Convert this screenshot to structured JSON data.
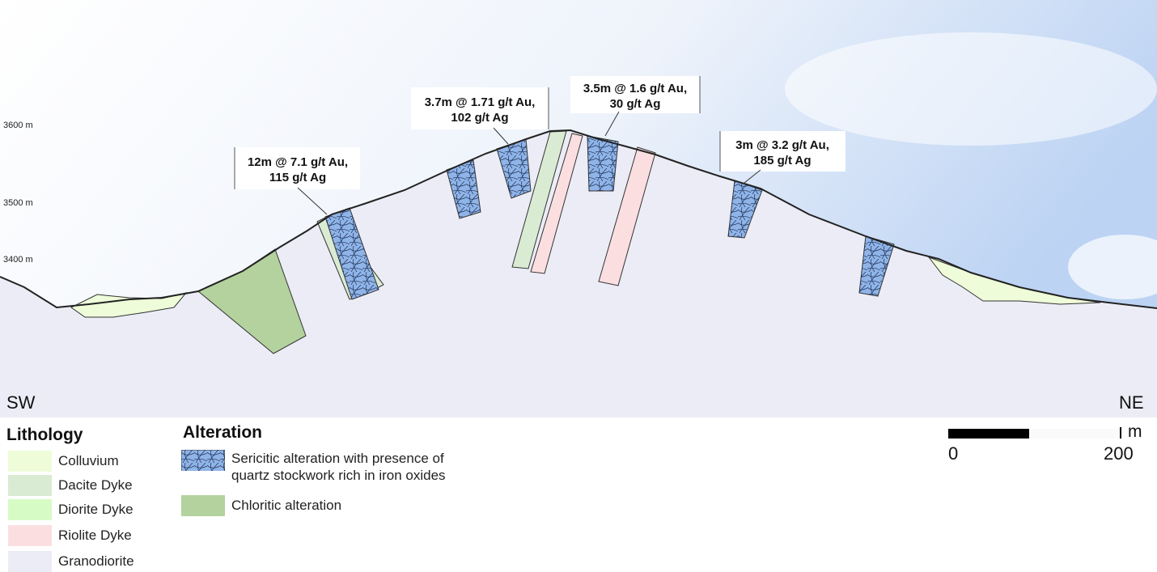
{
  "section": {
    "elevations": [
      "3600 m",
      "3500 m",
      "3400 m"
    ],
    "direction_left": "SW",
    "direction_right": "NE",
    "intercepts": [
      {
        "line1": "12m @ 7.1 g/t Au,",
        "line2": "115 g/t Ag"
      },
      {
        "line1": "3.7m @ 1.71 g/t Au,",
        "line2": "102 g/t Ag"
      },
      {
        "line1": "3.5m @ 1.6 g/t Au,",
        "line2": "30 g/t Ag"
      },
      {
        "line1": "3m @ 3.2 g/t Au,",
        "line2": "185 g/t Ag"
      }
    ]
  },
  "lithology": {
    "title": "Lithology",
    "items": [
      {
        "label": "Colluvium",
        "color": "#eefcd9"
      },
      {
        "label": "Dacite Dyke",
        "color": "#d9ebd3"
      },
      {
        "label": "Diorite Dyke",
        "color": "#d7fbc4"
      },
      {
        "label": "Riolite Dyke",
        "color": "#fbdfe0"
      },
      {
        "label": "Granodiorite",
        "color": "#ececf6"
      }
    ]
  },
  "alteration": {
    "title": "Alteration",
    "items": [
      {
        "line1": "Sericitic alteration with presence of",
        "line2": "quartz stockwork rich in iron oxides",
        "color": "#8fb4e8"
      },
      {
        "line1": "Chloritic alteration",
        "line2": "",
        "color": "#b3d29d"
      }
    ]
  },
  "scale_bar": {
    "start": "0",
    "end": "200",
    "unit": "m"
  }
}
